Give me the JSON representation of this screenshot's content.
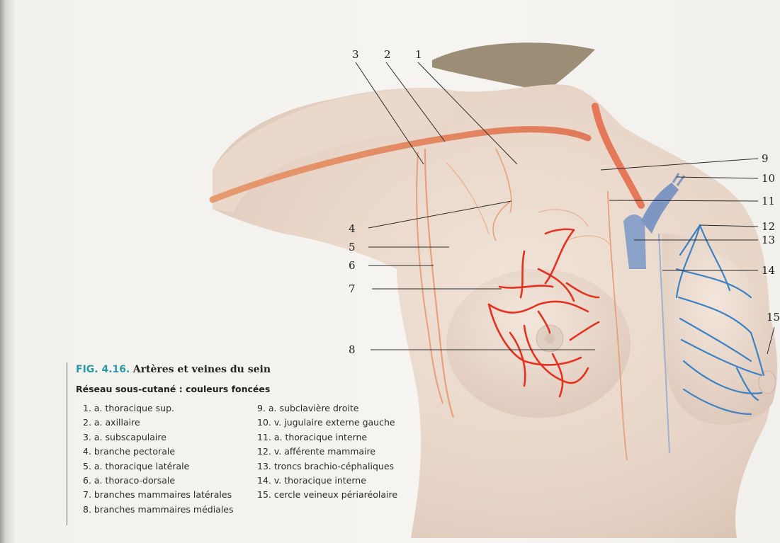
{
  "figure": {
    "number": "FIG. 4.16.",
    "title": "Artères et veines du sein",
    "subtitle": "Réseau sous-cutané : couleurs foncées"
  },
  "legend": {
    "column1": [
      "1. a. thoracique sup.",
      "2. a. axillaire",
      "3. a. subscapulaire",
      "4. branche pectorale",
      "5. a. thoracique latérale",
      "6. a. thoraco-dorsale",
      "7. branches mammaires latérales",
      "8. branches mammaires médiales"
    ],
    "column2": [
      "9. a. subclavière droite",
      "10. v. jugulaire externe gauche",
      "11. a. thoracique interne",
      "12. v. afférente mammaire",
      "13. troncs brachio-céphaliques",
      "14. v. thoracique interne",
      "15. cercle veineux périaréolaire"
    ]
  },
  "callouts": [
    "1",
    "2",
    "3",
    "4",
    "5",
    "6",
    "7",
    "8",
    "9",
    "10",
    "11",
    "12",
    "13",
    "14",
    "15"
  ],
  "colors": {
    "artery": "#e4321f",
    "artery_deep": "#e8a07a",
    "vein": "#3e82c4",
    "vein_deep": "#8aa2c8",
    "skin": "#ead9cc",
    "figure_number": "#2a9aa8"
  }
}
